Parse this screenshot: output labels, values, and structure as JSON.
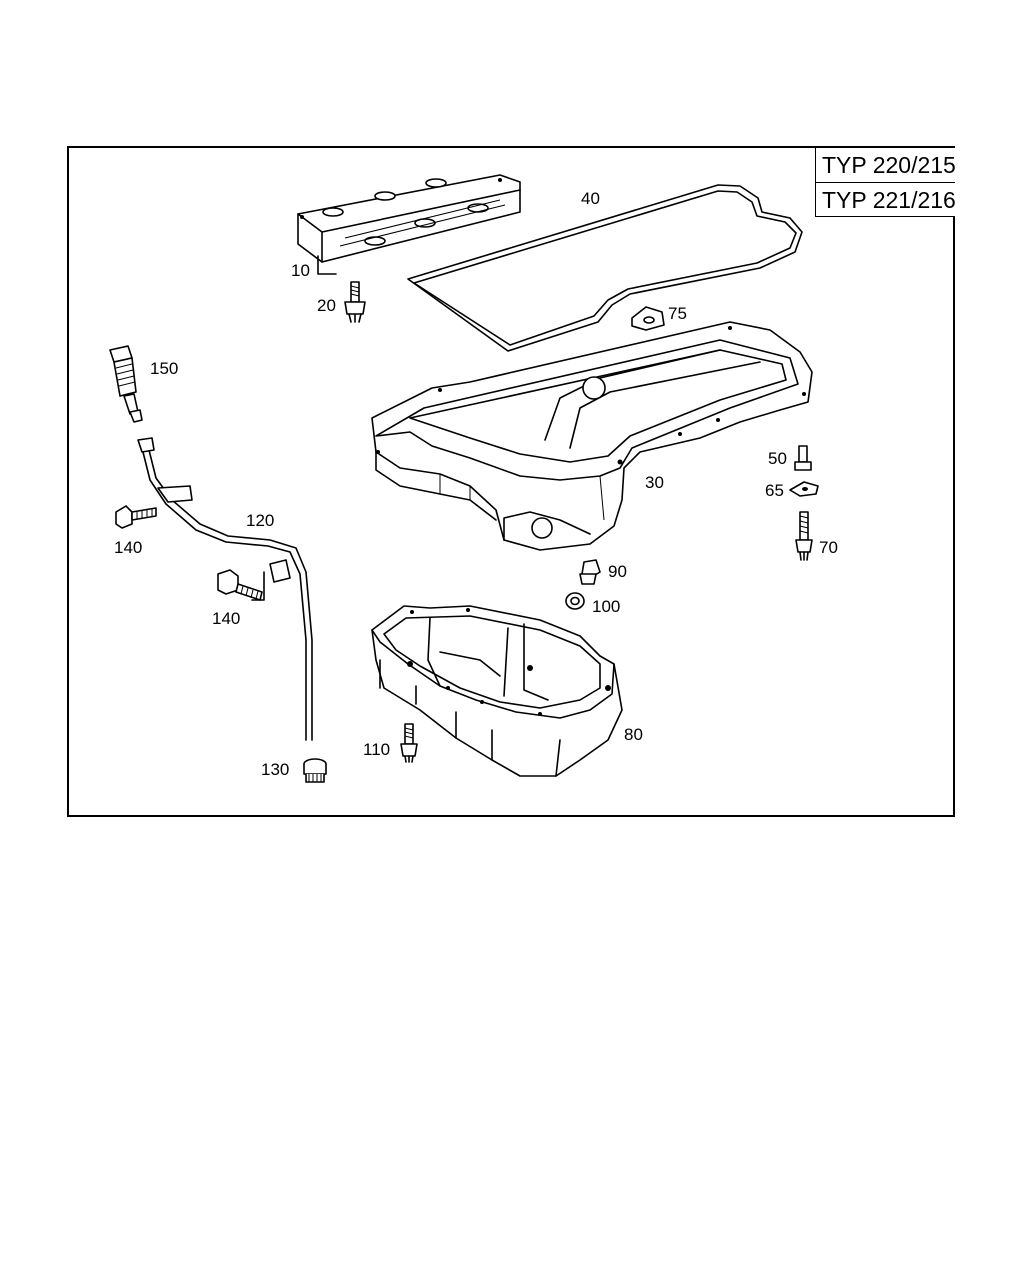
{
  "header": {
    "model_labels": [
      "TYP 220/215",
      "TYP 221/216"
    ]
  },
  "parts": [
    {
      "number": "10",
      "name": "oil-pan-baffle-plate"
    },
    {
      "number": "20",
      "name": "bolt"
    },
    {
      "number": "30",
      "name": "upper-oil-pan"
    },
    {
      "number": "40",
      "name": "oil-pan-gasket"
    },
    {
      "number": "50",
      "name": "bolt"
    },
    {
      "number": "65",
      "name": "washer"
    },
    {
      "number": "70",
      "name": "bolt"
    },
    {
      "number": "75",
      "name": "seal"
    },
    {
      "number": "80",
      "name": "lower-oil-pan"
    },
    {
      "number": "90",
      "name": "drain-plug"
    },
    {
      "number": "100",
      "name": "seal-ring"
    },
    {
      "number": "110",
      "name": "bolt"
    },
    {
      "number": "120",
      "name": "dipstick-guide-tube"
    },
    {
      "number": "130",
      "name": "plug"
    },
    {
      "number": "140",
      "name": "bolt"
    },
    {
      "number": "140",
      "name": "bolt"
    },
    {
      "number": "150",
      "name": "oil-dipstick"
    }
  ],
  "colors": {
    "line": "#000000",
    "background": "#ffffff"
  }
}
